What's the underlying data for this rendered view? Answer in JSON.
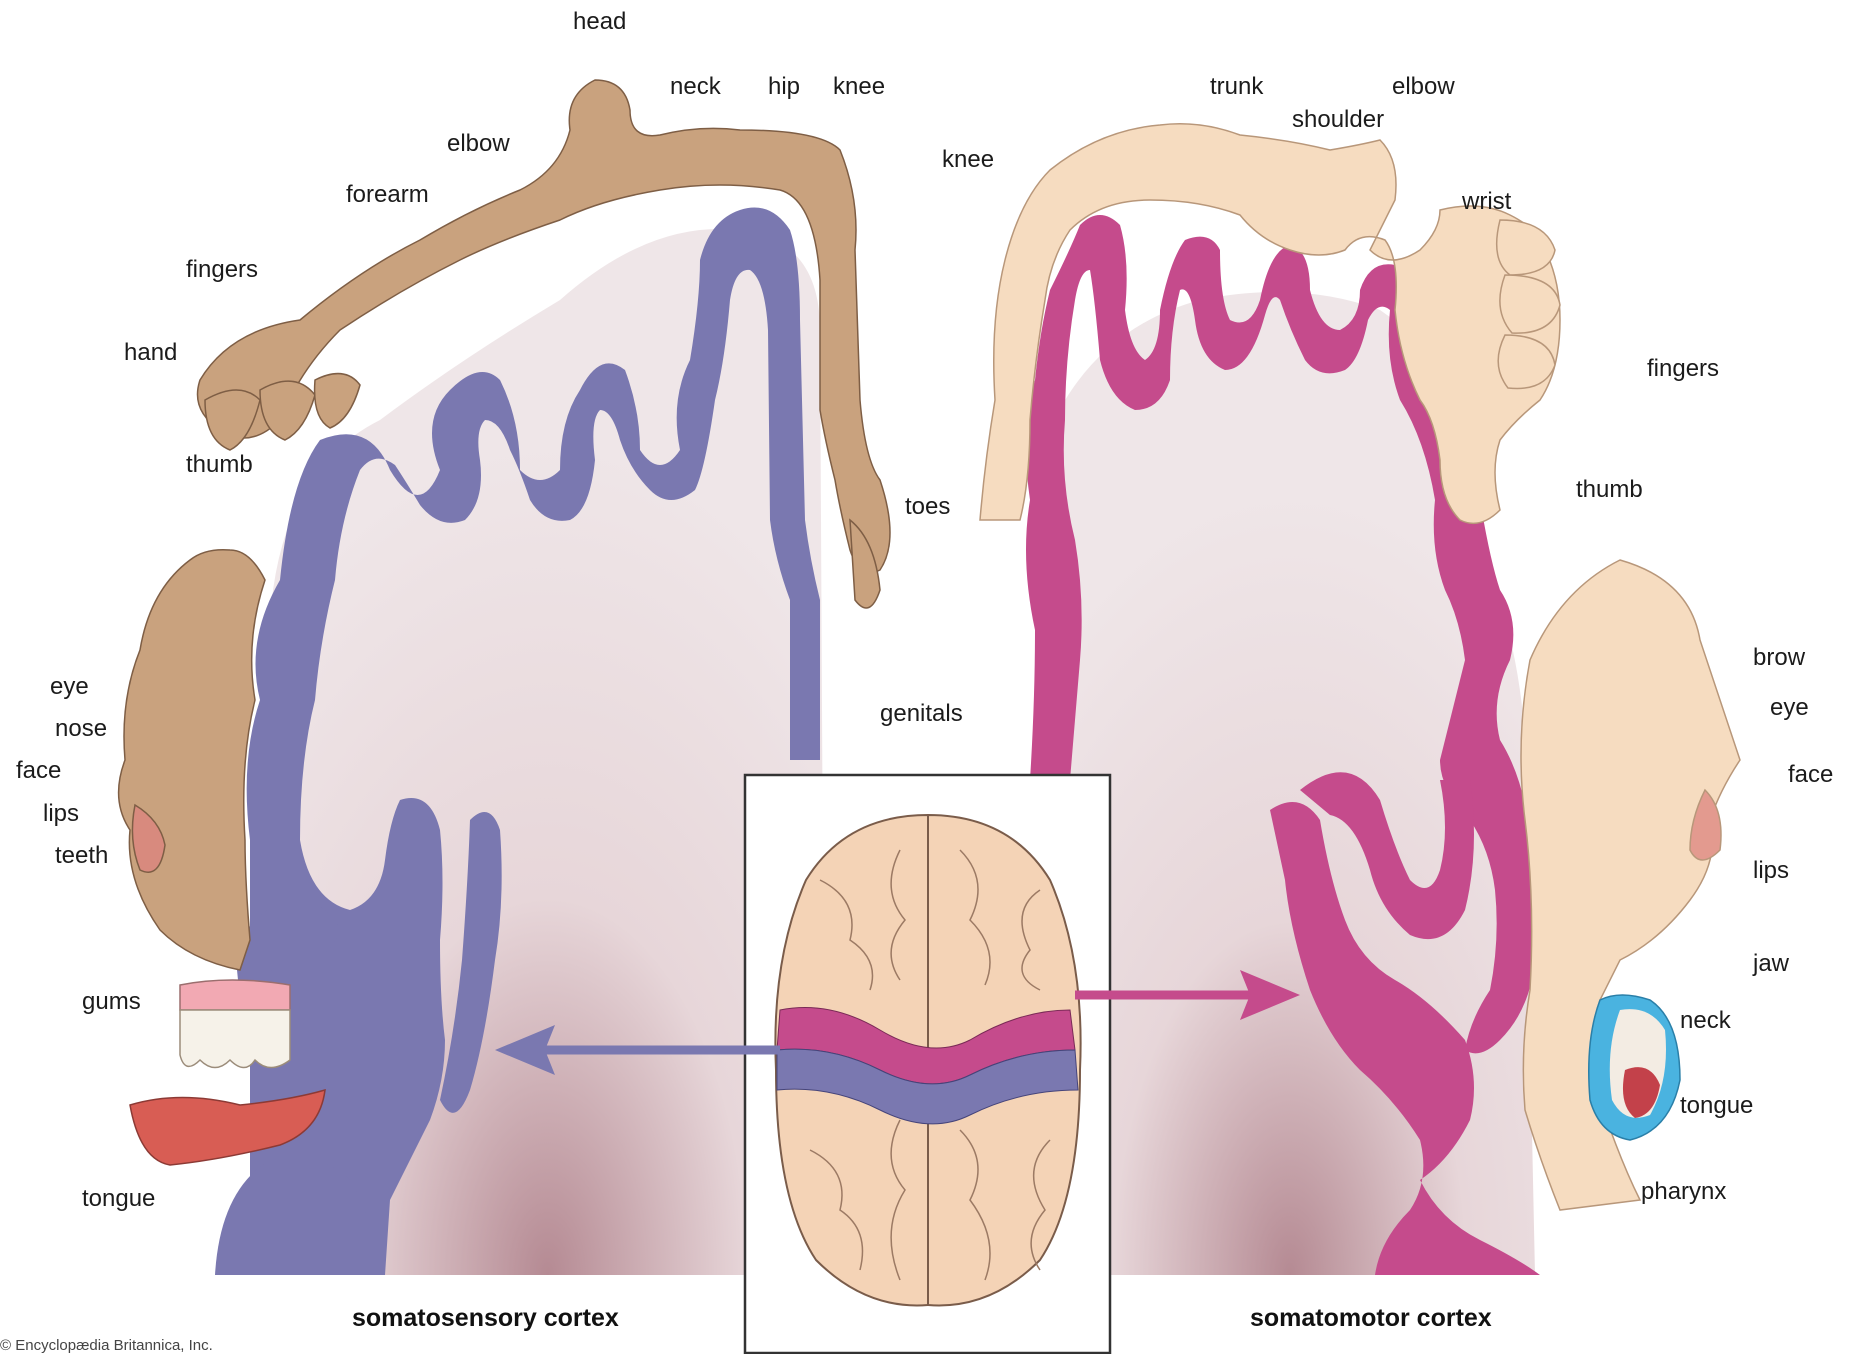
{
  "captions": {
    "sensory": "somatosensory cortex",
    "motor": "somatomotor cortex"
  },
  "credit": "© Encyclopædia Britannica, Inc.",
  "sensory_labels": {
    "head": "head",
    "neck": "neck",
    "hip": "hip",
    "knee": "knee",
    "elbow": "elbow",
    "forearm": "forearm",
    "fingers": "fingers",
    "hand": "hand",
    "thumb": "thumb",
    "toes": "toes",
    "genitals": "genitals",
    "eye": "eye",
    "nose": "nose",
    "face": "face",
    "lips": "lips",
    "teeth": "teeth",
    "gums": "gums",
    "tongue": "tongue"
  },
  "motor_labels": {
    "trunk": "trunk",
    "shoulder": "shoulder",
    "elbow": "elbow",
    "knee": "knee",
    "wrist": "wrist",
    "fingers": "fingers",
    "thumb": "thumb",
    "brow": "brow",
    "eye": "eye",
    "face": "face",
    "lips": "lips",
    "jaw": "jaw",
    "neck": "neck",
    "tongue": "tongue",
    "pharynx": "pharynx"
  },
  "colors": {
    "sensory_cortex": "#7a78b0",
    "motor_cortex": "#c54b8c",
    "white_matter": "#ece0e2",
    "sensory_figure": "#c9a27e",
    "motor_figure": "#f6dcc0",
    "brain_inset": "#f4d3b6"
  }
}
